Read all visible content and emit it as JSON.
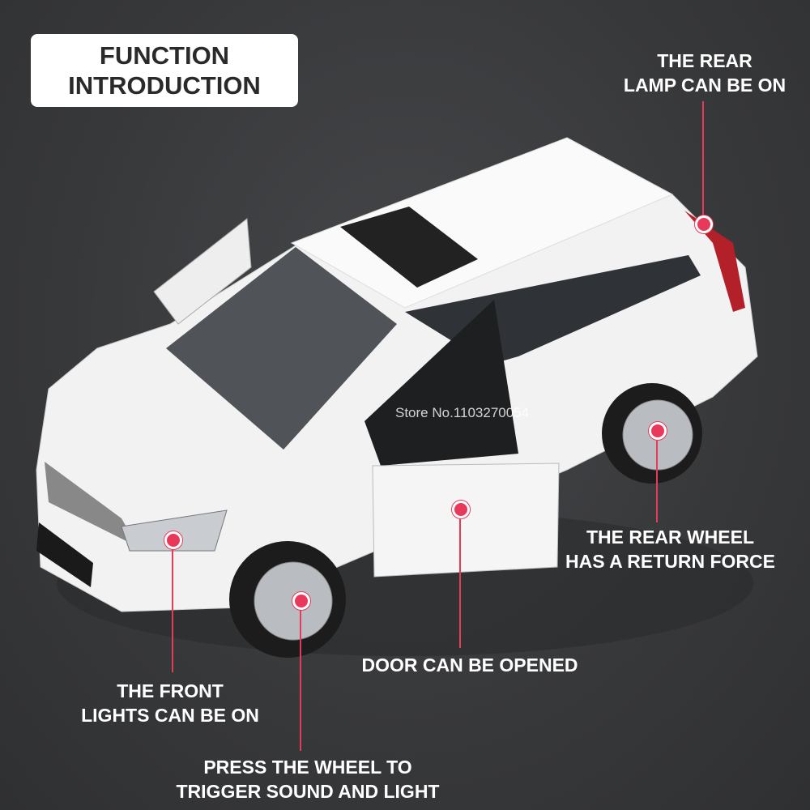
{
  "title": {
    "line1": "FUNCTION",
    "line2": "INTRODUCTION"
  },
  "callouts": {
    "rear_lamp": {
      "line1": "THE REAR",
      "line2": "LAMP CAN BE ON"
    },
    "rear_wheel": {
      "line1": "THE REAR WHEEL",
      "line2": "HAS A RETURN FORCE"
    },
    "door": {
      "line1": "DOOR CAN BE OPENED"
    },
    "front_lights": {
      "line1": "THE FRONT",
      "line2": "LIGHTS CAN BE ON"
    },
    "wheel_press": {
      "line1": "PRESS THE WHEEL TO",
      "line2": "TRIGGER SOUND AND LIGHT"
    }
  },
  "watermark": "Store No.1103270054",
  "colors": {
    "accent": "#e8395a",
    "background": "#3a3b3d"
  }
}
